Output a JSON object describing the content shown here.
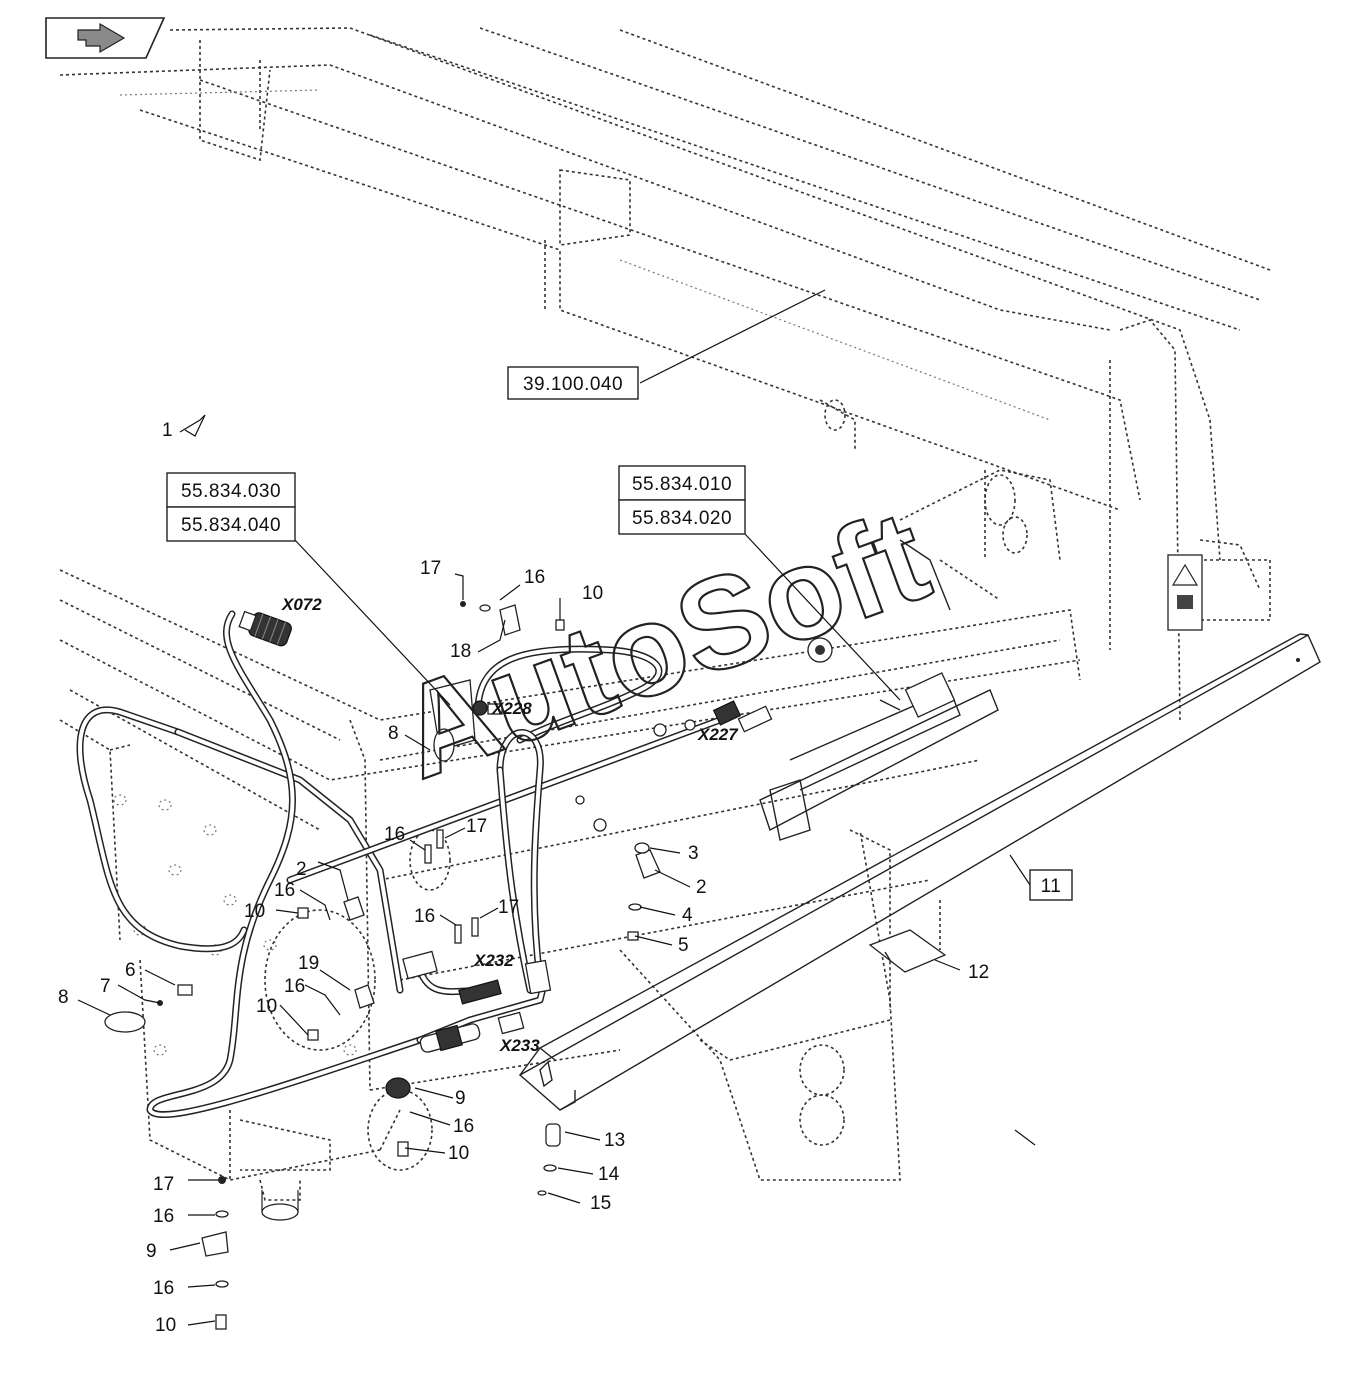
{
  "nav": {
    "icon": "return-arrow-icon"
  },
  "watermark": "AutoSoft",
  "reference_boxes": [
    {
      "id": "ref-39100040",
      "label": "39.100.040"
    },
    {
      "id": "ref-55834030",
      "label": "55.834.030"
    },
    {
      "id": "ref-55834040",
      "label": "55.834.040"
    },
    {
      "id": "ref-55834010",
      "label": "55.834.010"
    },
    {
      "id": "ref-55834020",
      "label": "55.834.020"
    },
    {
      "id": "ref-11",
      "label": "11"
    }
  ],
  "connectors": [
    "X072",
    "X228",
    "X227",
    "X232",
    "X233"
  ],
  "callouts": [
    "17",
    "16",
    "10",
    "18",
    "8",
    "1",
    "16",
    "17",
    "2",
    "16",
    "10",
    "6",
    "7",
    "8",
    "19",
    "16",
    "10",
    "16",
    "17",
    "3",
    "2",
    "4",
    "5",
    "12",
    "9",
    "16",
    "10",
    "13",
    "14",
    "15",
    "17",
    "16",
    "9",
    "16",
    "10"
  ]
}
